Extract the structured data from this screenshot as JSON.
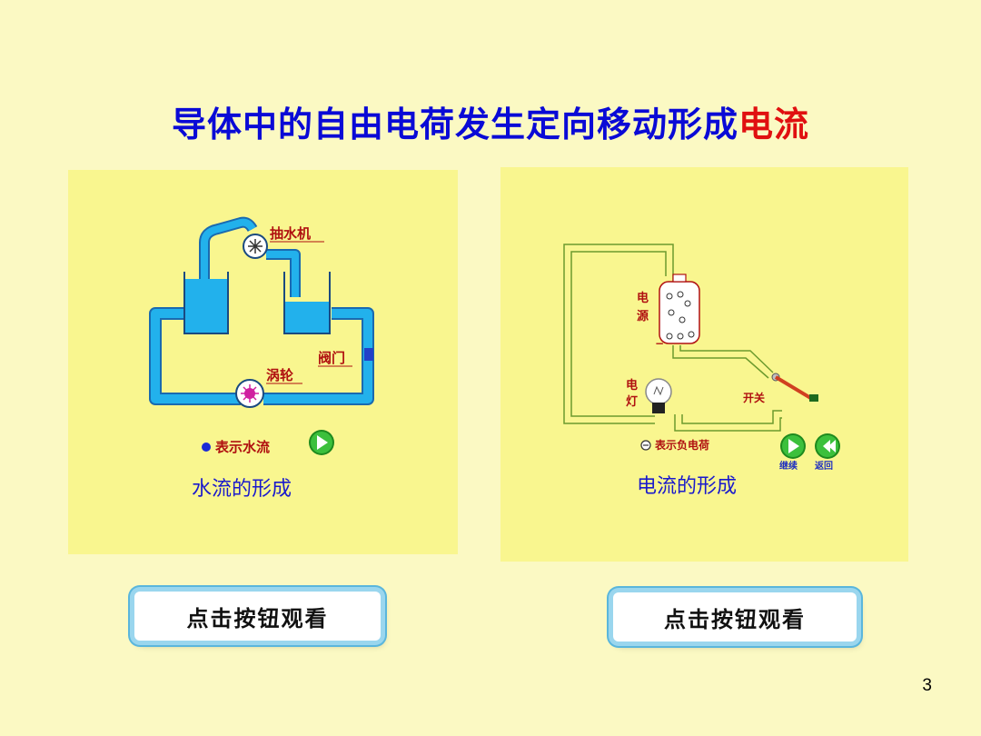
{
  "title": {
    "main": "导体中的自由电荷发生定向移动形成",
    "highlight": "电流"
  },
  "water_panel": {
    "pump_label": "抽水机",
    "valve_label": "阀门",
    "turbine_label": "涡轮",
    "legend_label": "表示水流",
    "caption": "水流的形成"
  },
  "circuit_panel": {
    "power_label_1": "电",
    "power_label_2": "源",
    "power_minus": "−",
    "lamp_label_1": "电",
    "lamp_label_2": "灯",
    "switch_label": "开关",
    "legend_label": "表示负电荷",
    "continue_label": "继续",
    "back_label": "返回",
    "caption": "电流的形成"
  },
  "buttons": {
    "watch_1": "点击按钮观看",
    "watch_2": "点击按钮观看"
  },
  "page_number": "3",
  "colors": {
    "water": "#22b1ec",
    "pipe_outline": "#1a6ab0",
    "wire": "#6c9a2e",
    "title_blue": "#0a0ad6",
    "title_red": "#e01010"
  }
}
